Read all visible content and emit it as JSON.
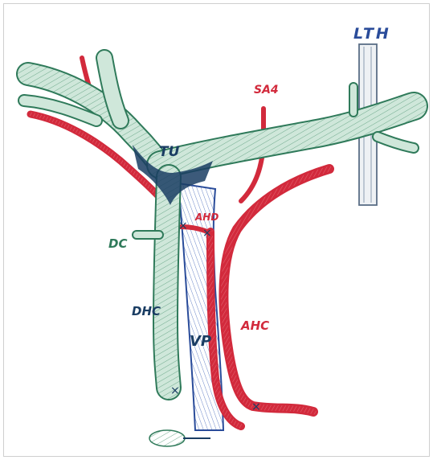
{
  "colors": {
    "green_fill": "#cfe7da",
    "green_stroke": "#2f7a5a",
    "dark_blue": "#1a3d63",
    "blue_stroke": "#2a4c9a",
    "blue_fill": "#e3e9f6",
    "red": "#d22a3c",
    "gray_stroke": "#5a6e86",
    "gray_fill": "#eef1f4"
  },
  "labels": {
    "lth": "LTH",
    "sa4": "SA4",
    "tu": "TU",
    "ahd": "AHD",
    "dc": "DC",
    "dhc": "DHC",
    "vp": "VP",
    "ahc": "AHC"
  }
}
